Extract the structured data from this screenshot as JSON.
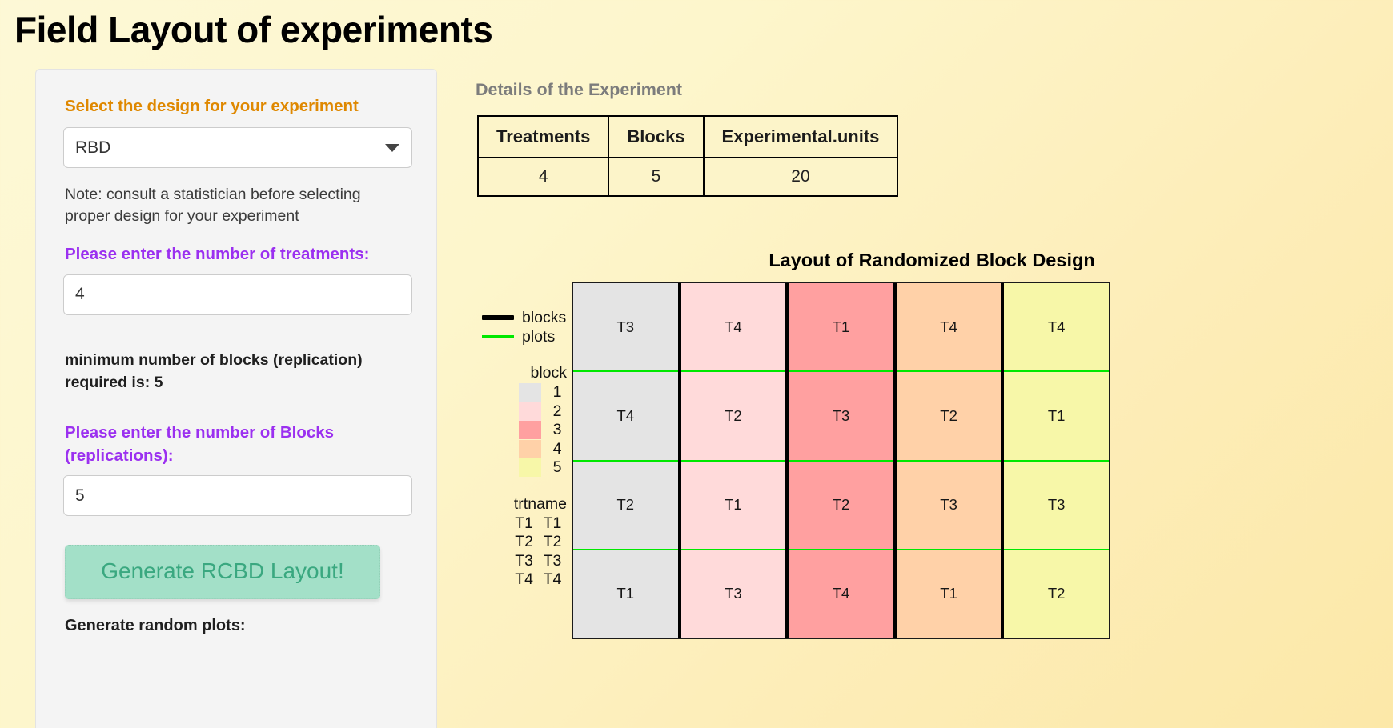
{
  "page": {
    "title": "Field Layout of experiments"
  },
  "sidebar": {
    "design_label": "Select the design for your experiment",
    "design_value": "RBD",
    "design_options": [
      "RBD"
    ],
    "note": "Note: consult a statistician before selecting proper design for your experiment",
    "treatments_label": "Please enter the number of treatments:",
    "treatments_value": "4",
    "min_blocks_note": "minimum number of blocks (replication) required is: 5",
    "blocks_label": "Please enter the number of Blocks (replications):",
    "blocks_value": "5",
    "generate_button": "Generate RCBD Layout!",
    "random_plots_label": "Generate random plots:"
  },
  "details": {
    "heading": "Details of the Experiment",
    "columns": [
      "Treatments",
      "Blocks",
      "Experimental.units"
    ],
    "rows": [
      [
        "4",
        "5",
        "20"
      ]
    ]
  },
  "chart_data": {
    "type": "table",
    "title": "Layout of Randomized Block Design",
    "xlabel": "",
    "ylabel": "",
    "grid": true,
    "legend_position": "left",
    "legend": {
      "lines": [
        {
          "key": "blocks-line",
          "label": "blocks",
          "color": "#000000",
          "width": 6
        },
        {
          "key": "plots-line",
          "label": "plots",
          "color": "#00e800",
          "width": 4
        }
      ],
      "block_title": "block",
      "block_entries": [
        {
          "label": "1",
          "color": "#e4e4e4"
        },
        {
          "label": "2",
          "color": "#ffdada"
        },
        {
          "label": "3",
          "color": "#ffa0a0"
        },
        {
          "label": "4",
          "color": "#ffd1a8"
        },
        {
          "label": "5",
          "color": "#f7f7a8"
        }
      ],
      "trt_title": "trtname",
      "trt_entries": [
        {
          "left": "T1",
          "right": "T1"
        },
        {
          "left": "T2",
          "right": "T2"
        },
        {
          "left": "T3",
          "right": "T3"
        },
        {
          "left": "T4",
          "right": "T4"
        }
      ]
    },
    "blocks": [
      {
        "block": "1",
        "color": "#e4e4e4",
        "plots": [
          "T3",
          "T4",
          "T2",
          "T1"
        ]
      },
      {
        "block": "2",
        "color": "#ffdada",
        "plots": [
          "T4",
          "T2",
          "T1",
          "T3"
        ]
      },
      {
        "block": "3",
        "color": "#ffa0a0",
        "plots": [
          "T1",
          "T3",
          "T2",
          "T4"
        ]
      },
      {
        "block": "4",
        "color": "#ffd1a8",
        "plots": [
          "T4",
          "T2",
          "T3",
          "T1"
        ]
      },
      {
        "block": "5",
        "color": "#f7f7a8",
        "plots": [
          "T4",
          "T1",
          "T3",
          "T2"
        ]
      }
    ],
    "n_blocks": 5,
    "n_plots_per_block": 4
  }
}
